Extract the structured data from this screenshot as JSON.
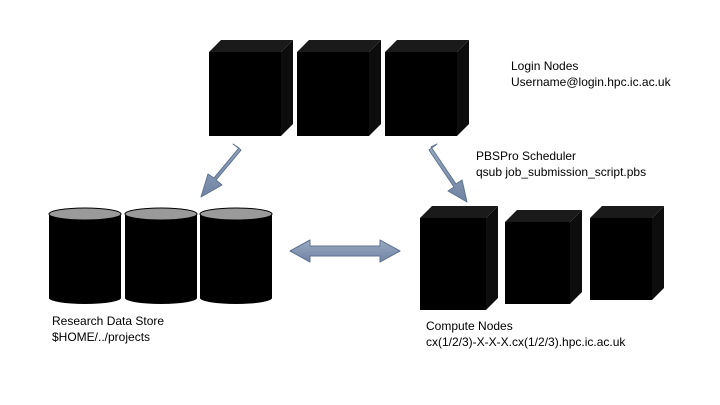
{
  "login_nodes": {
    "title": "Login Nodes",
    "address": "Username@login.hpc.ic.ac.uk",
    "count": 3
  },
  "scheduler": {
    "title": "PBSPro Scheduler",
    "command": "qsub job_submission_script.pbs"
  },
  "research_data_store": {
    "title": "Research Data Store",
    "path": "$HOME/../projects",
    "count": 3
  },
  "compute_nodes": {
    "title": "Compute Nodes",
    "address": "cx(1/2/3)-X-X-X.cx(1/2/3).hpc.ic.ac.uk",
    "count": 3
  },
  "colors": {
    "node_fill": "#000000",
    "node_top": "#1a1a1a",
    "storage_top": "#9a9a9a",
    "arrow_fill": "#7f93b0",
    "arrow_stroke": "#5f7390",
    "text": "#000000",
    "background": "#ffffff"
  }
}
